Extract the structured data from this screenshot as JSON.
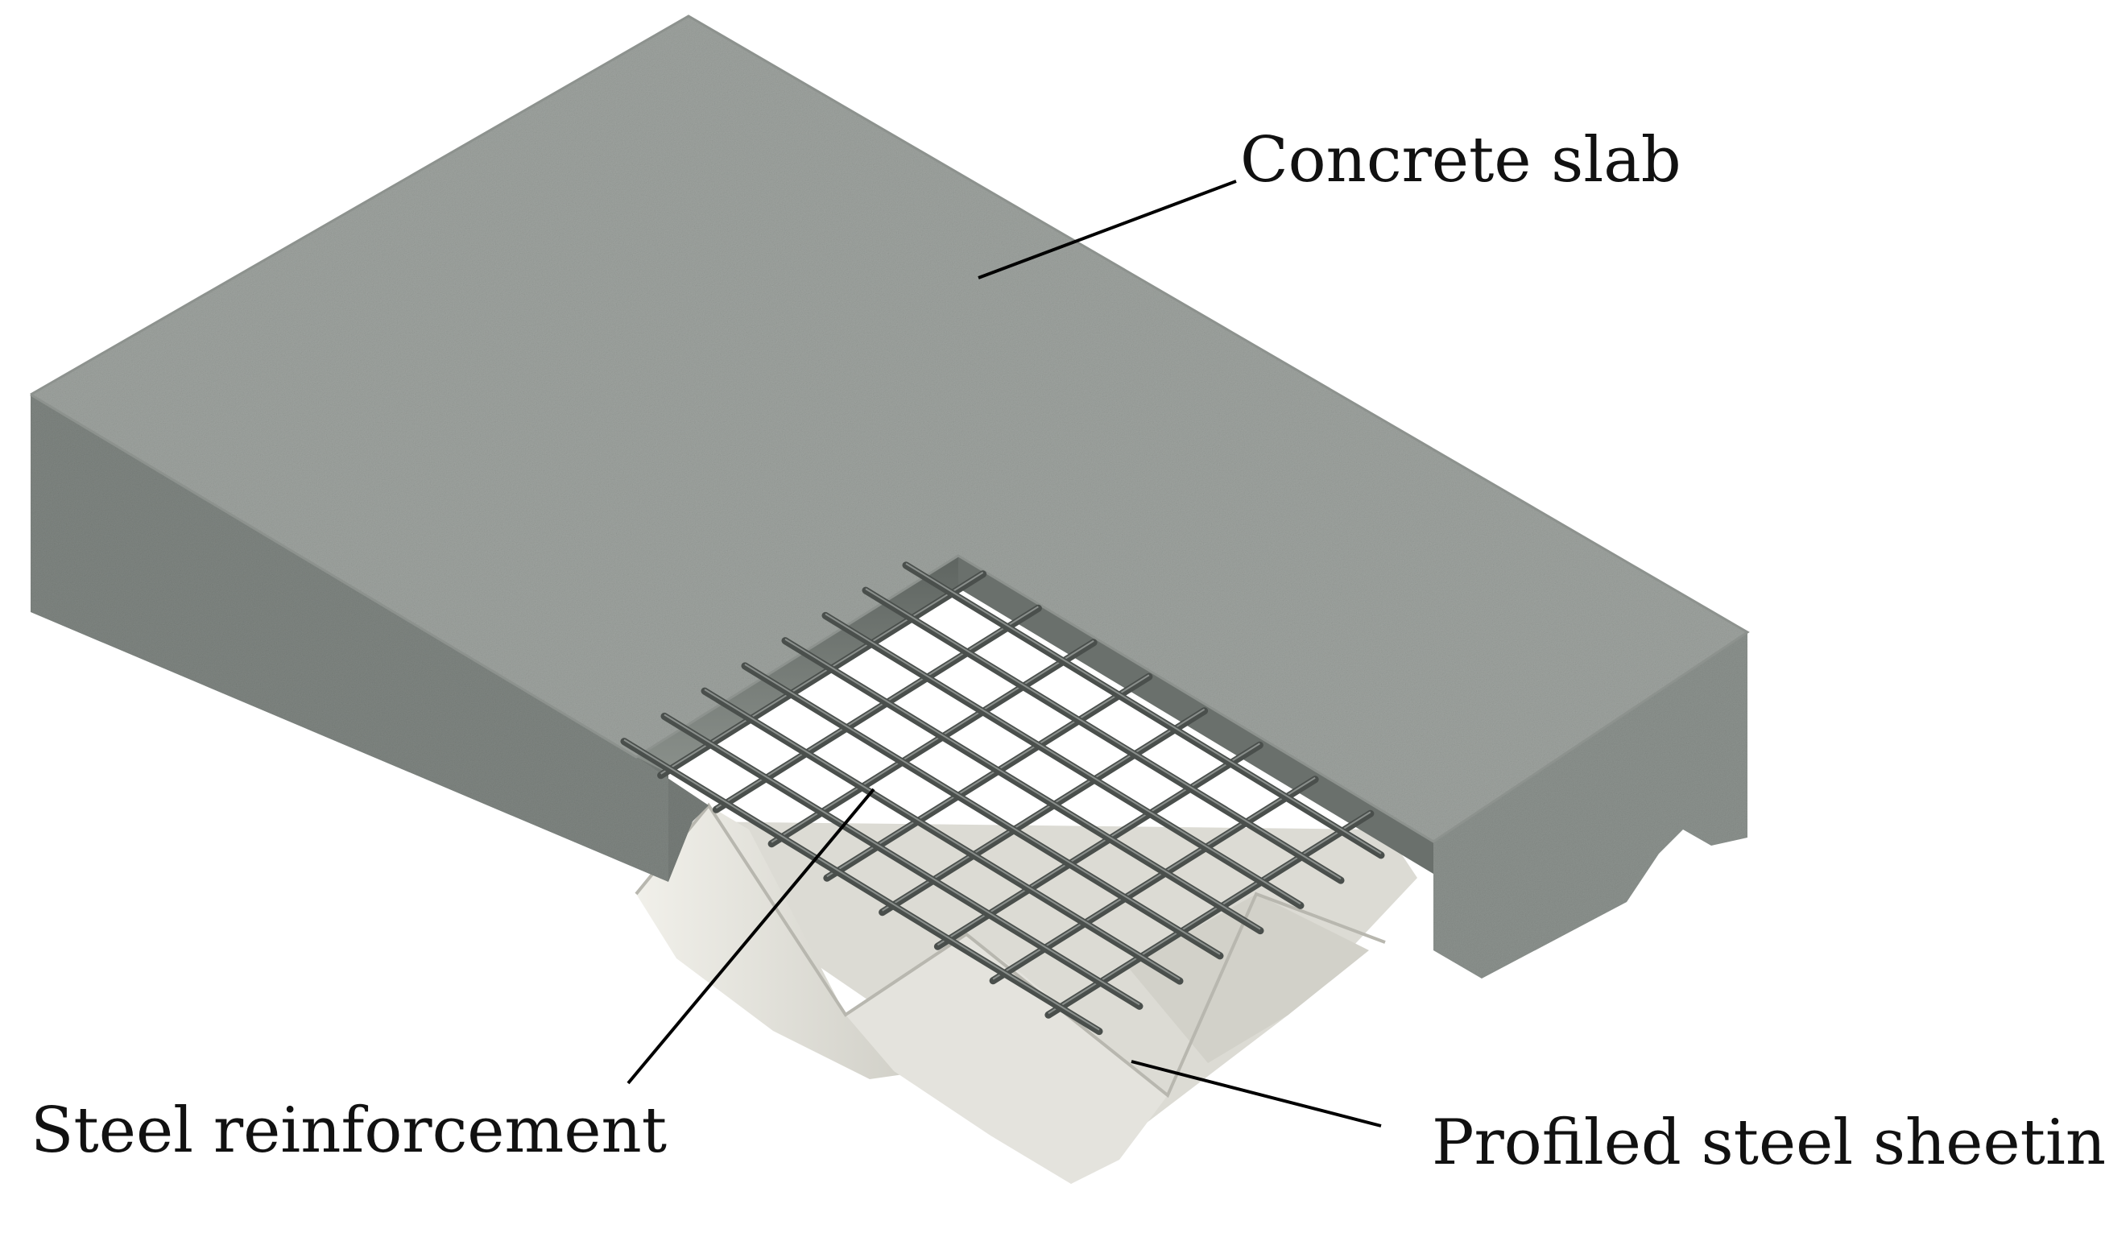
{
  "labels": {
    "concrete_slab": "Concrete slab",
    "steel_reinforcement": "Steel reinforcement",
    "profiled_steel_sheeting": "Profiled steel sheeting"
  },
  "colors": {
    "concrete_top": "#9ea39f",
    "concrete_side_left": "#7f8581",
    "concrete_side_front": "#8c928e",
    "cutout_inner": "#6e746f",
    "rebar": "#4a4f4c",
    "sheeting_light": "#e9e8e2",
    "sheeting_mid": "#d3d2cb",
    "sheeting_dark": "#bdbcb4",
    "leader_line": "#000000"
  },
  "rebar_grid": {
    "longitudinal_bars": 8,
    "transverse_bars": 8
  }
}
